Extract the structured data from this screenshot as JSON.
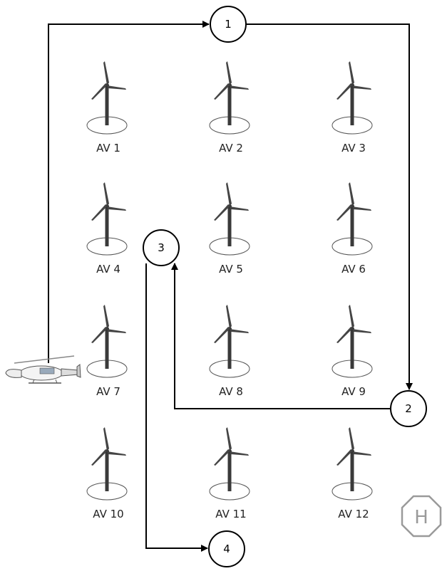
{
  "turbines": [
    {
      "label": "AV 1"
    },
    {
      "label": "AV 2"
    },
    {
      "label": "AV 3"
    },
    {
      "label": "AV 4"
    },
    {
      "label": "AV 5"
    },
    {
      "label": "AV 6"
    },
    {
      "label": "AV 7"
    },
    {
      "label": "AV 8"
    },
    {
      "label": "AV 9"
    },
    {
      "label": "AV 10"
    },
    {
      "label": "AV 11"
    },
    {
      "label": "AV 12"
    }
  ],
  "waypoints": [
    {
      "label": "1"
    },
    {
      "label": "2"
    },
    {
      "label": "3"
    },
    {
      "label": "4"
    }
  ],
  "helipad": {
    "label": "H"
  },
  "colors": {
    "path": "#000000",
    "helipad": "#9a9a9a",
    "turbine": "#3a3a3a"
  },
  "icons": [
    "wind-turbine-icon",
    "helicopter-icon",
    "helipad-icon",
    "arrowhead-icon"
  ]
}
